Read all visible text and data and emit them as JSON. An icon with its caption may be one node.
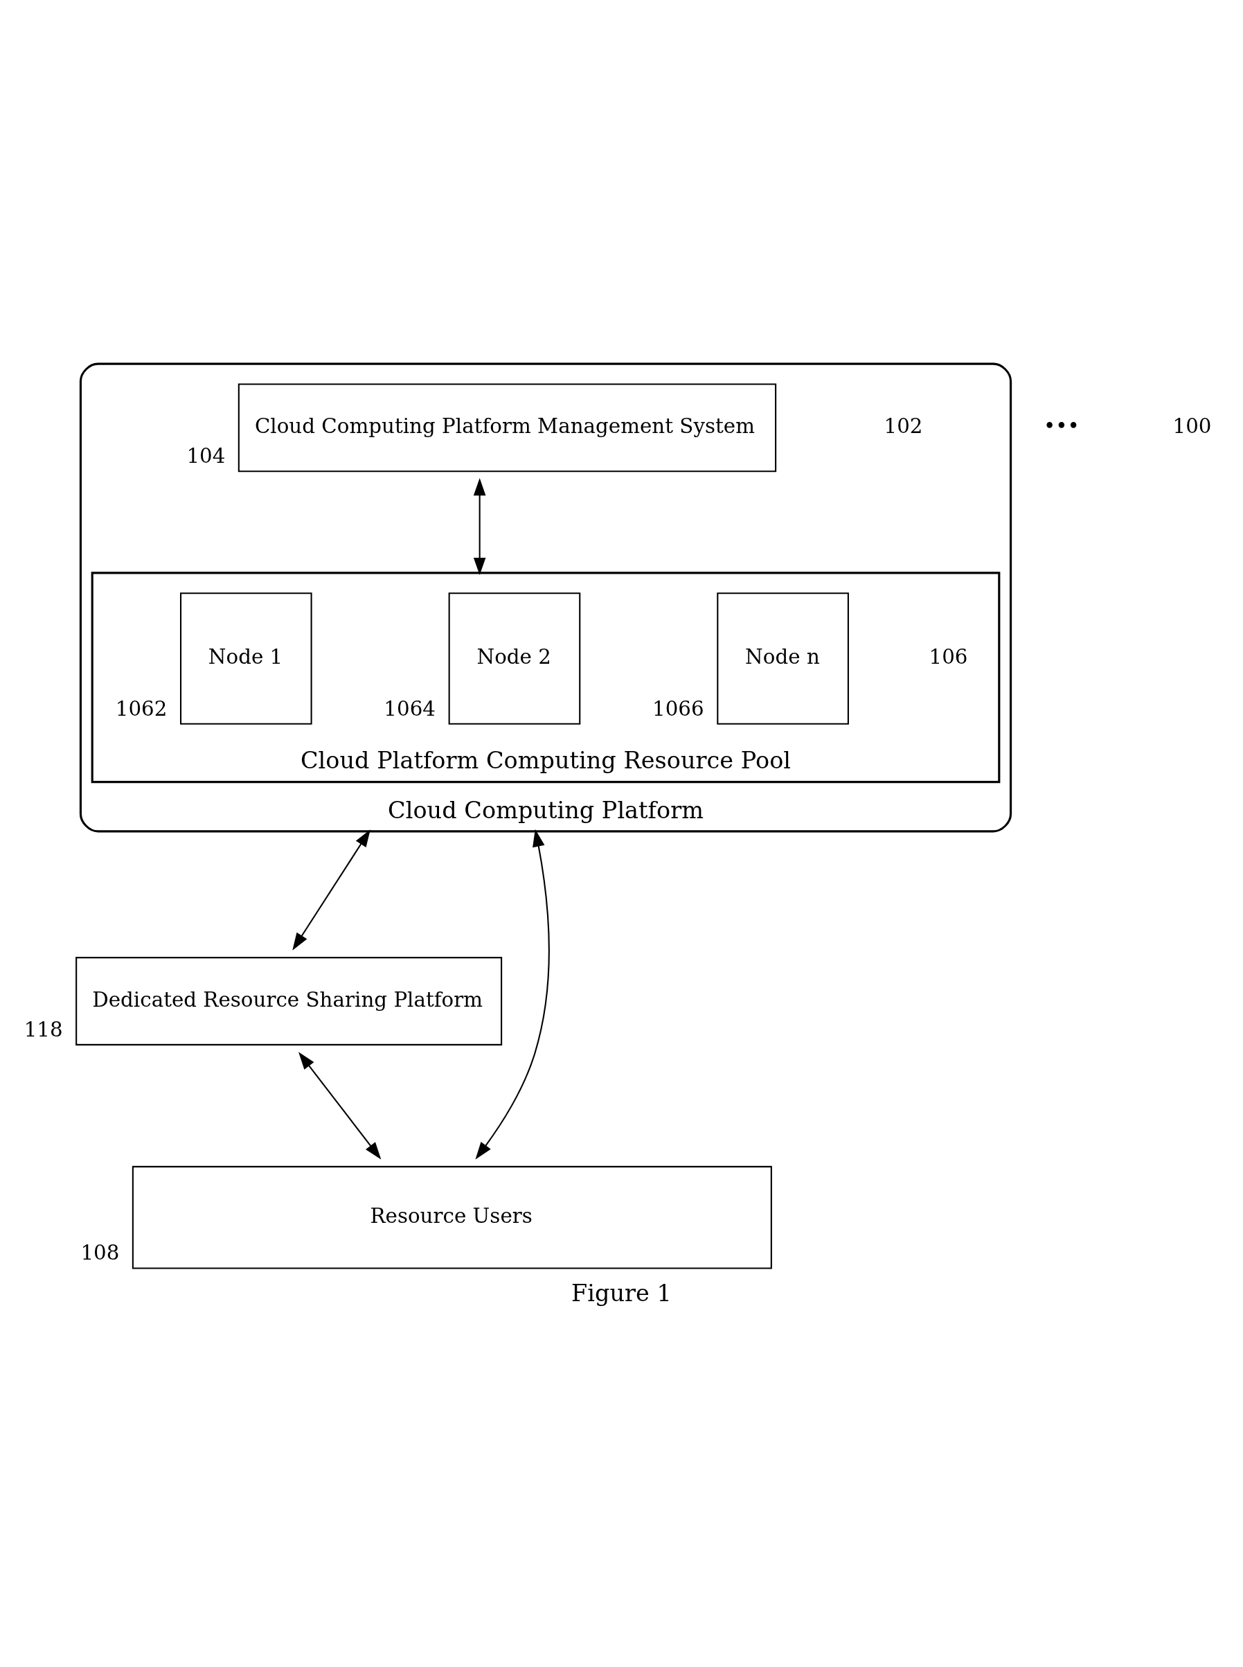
{
  "diagram": {
    "caption": "Figure 1",
    "nodes": [
      {
        "text": [
          "Cloud Computing Platform"
        ],
        "beside": [
          "102"
        ]
      },
      {
        "text": [
          "Cloud Computing Platform Management System"
        ],
        "in": 0,
        "beside": [
          "104"
        ]
      },
      {
        "text": [
          "Cloud Platform Computing Resource Pool"
        ],
        "in": 0,
        "beside": [
          "106"
        ]
      },
      {
        "text": [
          "Node 1"
        ],
        "in": 2,
        "beside": [
          "1062"
        ]
      },
      {
        "text": [
          "Node 2"
        ],
        "in": 2,
        "beside": [
          "1064"
        ]
      },
      {
        "text": [
          "Node n"
        ],
        "in": 2,
        "beside": [
          "1066"
        ]
      },
      {
        "text": [
          "Dedicated Resource Sharing Platform"
        ],
        "beside": [
          "118"
        ]
      },
      {
        "text": [
          "Resource Users"
        ],
        "beside": [
          "108"
        ]
      }
    ],
    "edges": [
      {
        "from": 1,
        "to": 2,
        "arrow": "both"
      },
      {
        "from": 0,
        "to": 6,
        "arrow": "both"
      },
      {
        "from": 0,
        "to": 7,
        "arrow": "both"
      },
      {
        "from": 6,
        "to": 7,
        "arrow": "both"
      }
    ],
    "labels": [
      "•••",
      "100"
    ]
  }
}
